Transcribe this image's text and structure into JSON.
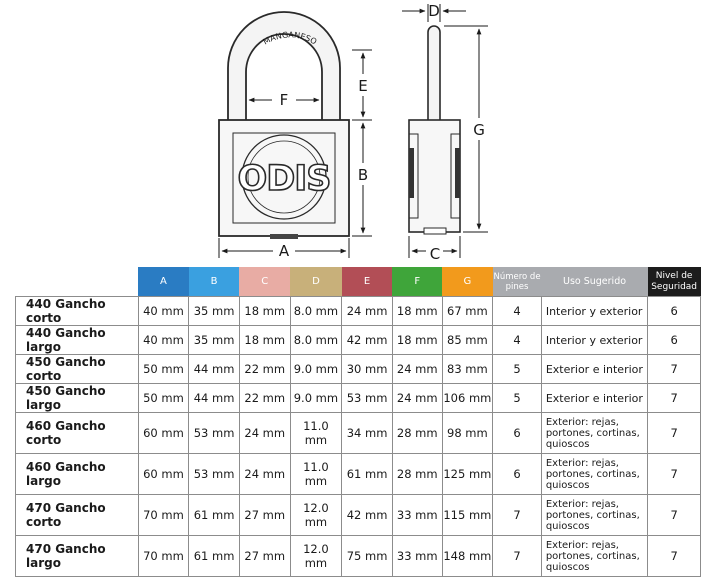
{
  "diagram": {
    "shackle_stamp": "MANGANESO",
    "brand_logo": "ODIS",
    "dimension_letters": {
      "A": "A",
      "B": "B",
      "C": "C",
      "D": "D",
      "E": "E",
      "F": "F",
      "G": "G"
    }
  },
  "table": {
    "headers": [
      {
        "key": "A",
        "label": "A",
        "color": "#2a7cc3"
      },
      {
        "key": "B",
        "label": "B",
        "color": "#3aa0e0"
      },
      {
        "key": "C",
        "label": "C",
        "color": "#e8aca4"
      },
      {
        "key": "D",
        "label": "D",
        "color": "#c8b07a"
      },
      {
        "key": "E",
        "label": "E",
        "color": "#b24e56"
      },
      {
        "key": "F",
        "label": "F",
        "color": "#3fa53a"
      },
      {
        "key": "G",
        "label": "G",
        "color": "#f29a1c"
      },
      {
        "key": "pines",
        "label": "Número de pines",
        "color": "#a9abaf"
      },
      {
        "key": "uso",
        "label": "Uso Sugerido",
        "color": "#a9abaf"
      },
      {
        "key": "nivel",
        "label": "Nivel de Seguridad",
        "color": "#1c1c1c"
      }
    ],
    "rows": [
      {
        "model": "440 Gancho corto",
        "A": "40 mm",
        "B": "35 mm",
        "C": "18 mm",
        "D": "8.0 mm",
        "E": "24 mm",
        "F": "18 mm",
        "G": "67 mm",
        "pines": "4",
        "uso": "Interior y exterior",
        "nivel": "6"
      },
      {
        "model": "440 Gancho largo",
        "A": "40 mm",
        "B": "35 mm",
        "C": "18 mm",
        "D": "8.0 mm",
        "E": "42 mm",
        "F": "18 mm",
        "G": "85 mm",
        "pines": "4",
        "uso": "Interior y exterior",
        "nivel": "6"
      },
      {
        "model": "450 Gancho corto",
        "A": "50 mm",
        "B": "44 mm",
        "C": "22 mm",
        "D": "9.0 mm",
        "E": "30 mm",
        "F": "24 mm",
        "G": "83 mm",
        "pines": "5",
        "uso": "Exterior e interior",
        "nivel": "7"
      },
      {
        "model": "450 Gancho largo",
        "A": "50 mm",
        "B": "44 mm",
        "C": "22 mm",
        "D": "9.0 mm",
        "E": "53 mm",
        "F": "24 mm",
        "G": "106 mm",
        "pines": "5",
        "uso": "Exterior e interior",
        "nivel": "7"
      },
      {
        "model": "460 Gancho corto",
        "A": "60 mm",
        "B": "53 mm",
        "C": "24 mm",
        "D": "11.0 mm",
        "E": "34 mm",
        "F": "28 mm",
        "G": "98 mm",
        "pines": "6",
        "uso": "Exterior: rejas, portones, cortinas, quioscos",
        "nivel": "7"
      },
      {
        "model": "460 Gancho largo",
        "A": "60 mm",
        "B": "53 mm",
        "C": "24 mm",
        "D": "11.0 mm",
        "E": "61 mm",
        "F": "28 mm",
        "G": "125 mm",
        "pines": "6",
        "uso": "Exterior: rejas, portones, cortinas, quioscos",
        "nivel": "7"
      },
      {
        "model": "470 Gancho corto",
        "A": "70 mm",
        "B": "61 mm",
        "C": "27 mm",
        "D": "12.0 mm",
        "E": "42 mm",
        "F": "33 mm",
        "G": "115 mm",
        "pines": "7",
        "uso": "Exterior: rejas, portones, cortinas, quioscos",
        "nivel": "7"
      },
      {
        "model": "470 Gancho largo",
        "A": "70 mm",
        "B": "61 mm",
        "C": "27 mm",
        "D": "12.0 mm",
        "E": "75 mm",
        "F": "33 mm",
        "G": "148 mm",
        "pines": "7",
        "uso": "Exterior: rejas, portones, cortinas, quioscos",
        "nivel": "7"
      }
    ]
  }
}
